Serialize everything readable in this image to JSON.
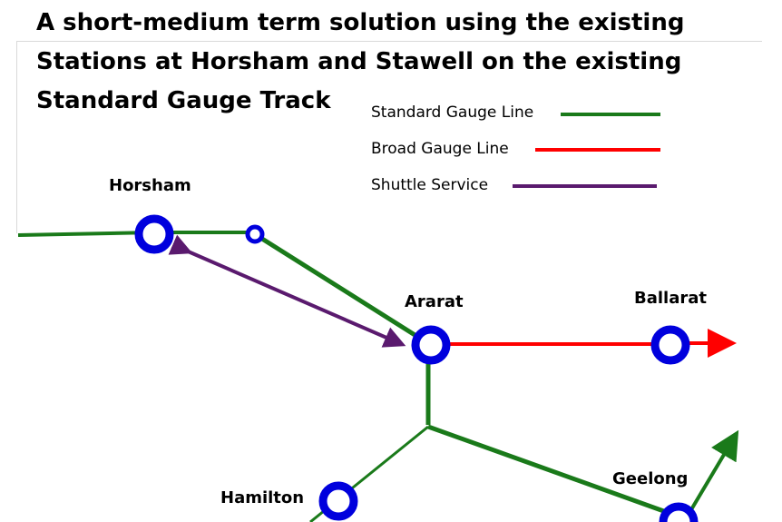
{
  "title": {
    "line1": "A short-medium term solution using the existing",
    "line2": "Stations at Horsham and Stawell on the existing",
    "line3": "Standard Gauge Track"
  },
  "legend": {
    "standard": "Standard Gauge Line",
    "broad": "Broad Gauge Line",
    "shuttle": "Shuttle Service"
  },
  "stations": {
    "horsham": "Horsham",
    "ararat": "Ararat",
    "ballarat": "Ballarat",
    "hamilton": "Hamilton",
    "geelong": "Geelong"
  },
  "colors": {
    "standard_gauge": "#1a7a1a",
    "broad_gauge": "#ff0000",
    "shuttle": "#5a1a6e",
    "station_ring": "#0000dd"
  }
}
